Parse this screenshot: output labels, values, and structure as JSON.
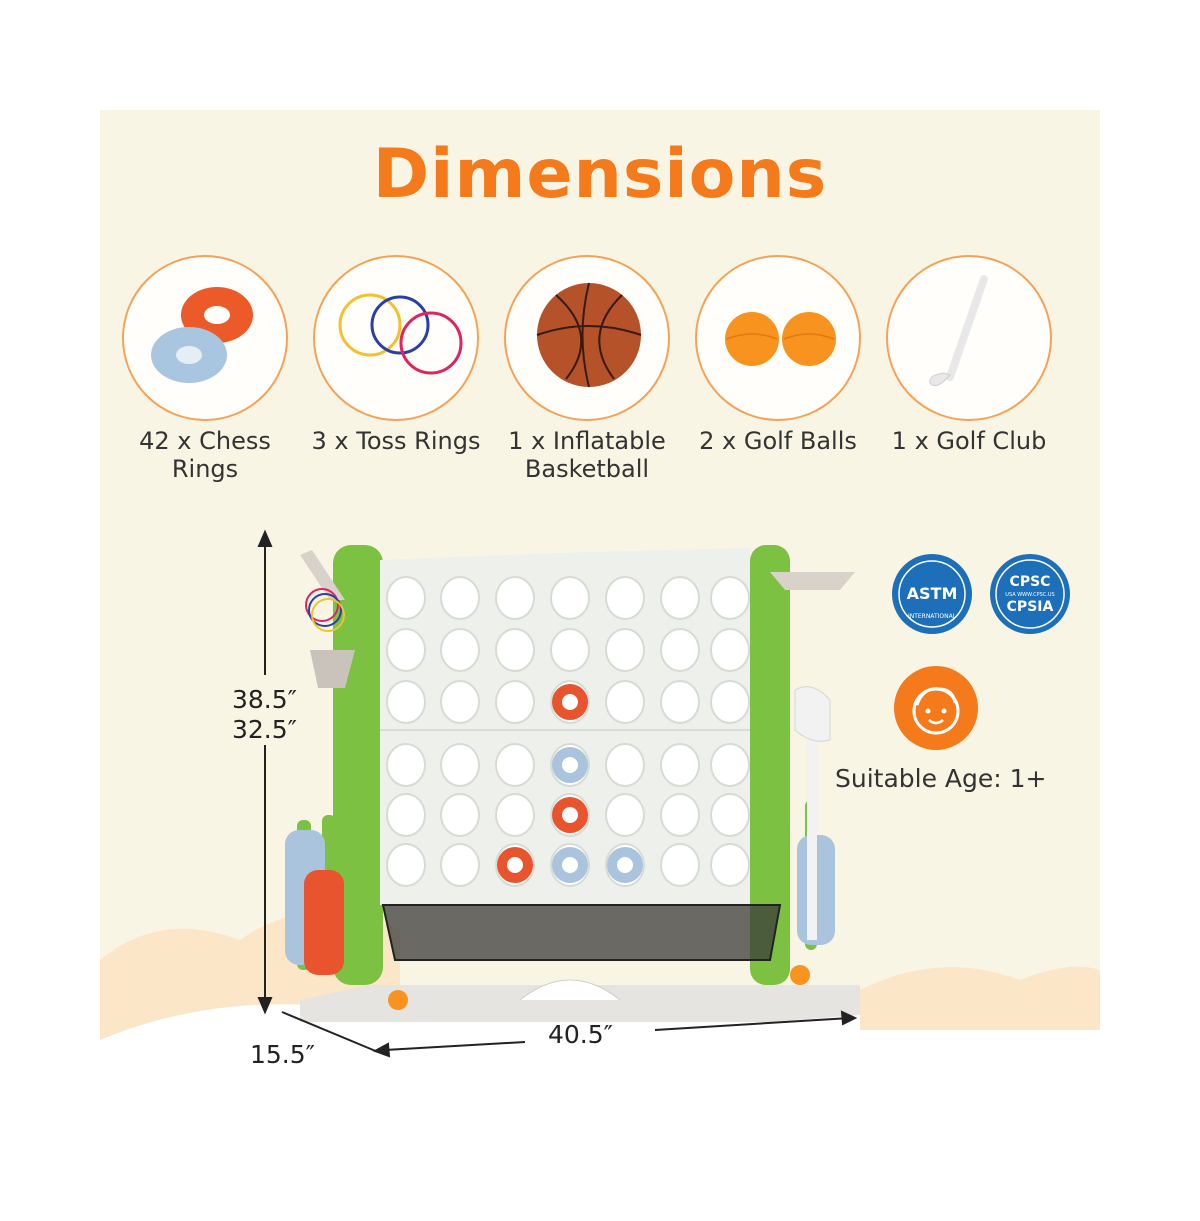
{
  "title": "Dimensions",
  "accessories": [
    {
      "label": "42 x Chess Rings",
      "icon": "chess-rings-icon"
    },
    {
      "label": "3 x Toss Rings",
      "icon": "toss-rings-icon"
    },
    {
      "label": "1 x Inflatable Basketball",
      "icon": "basketball-icon"
    },
    {
      "label": "2 x Golf Balls",
      "icon": "golf-balls-icon"
    },
    {
      "label": "1 x Golf Club",
      "icon": "golf-club-icon"
    }
  ],
  "dimensions": {
    "height_max": "38.5″",
    "height_min": "32.5″",
    "width": "40.5″",
    "depth": "15.5″"
  },
  "certifications": {
    "astm": {
      "top": "ASTM",
      "bottom": "INTERNATIONAL"
    },
    "cpsc": {
      "top": "CPSC",
      "middle": "USA   WWW.CPSC.US",
      "bottom": "CPSIA"
    }
  },
  "age": {
    "label": "Suitable Age: 1+",
    "icon": "child-face-icon"
  },
  "colors": {
    "accent": "#f47a1c",
    "frame_green": "#7cc142",
    "board_white": "#eef0ec",
    "ring_orange": "#e8542e",
    "ring_blue": "#a9c4dc",
    "badge_blue": "#1c6fb8"
  }
}
